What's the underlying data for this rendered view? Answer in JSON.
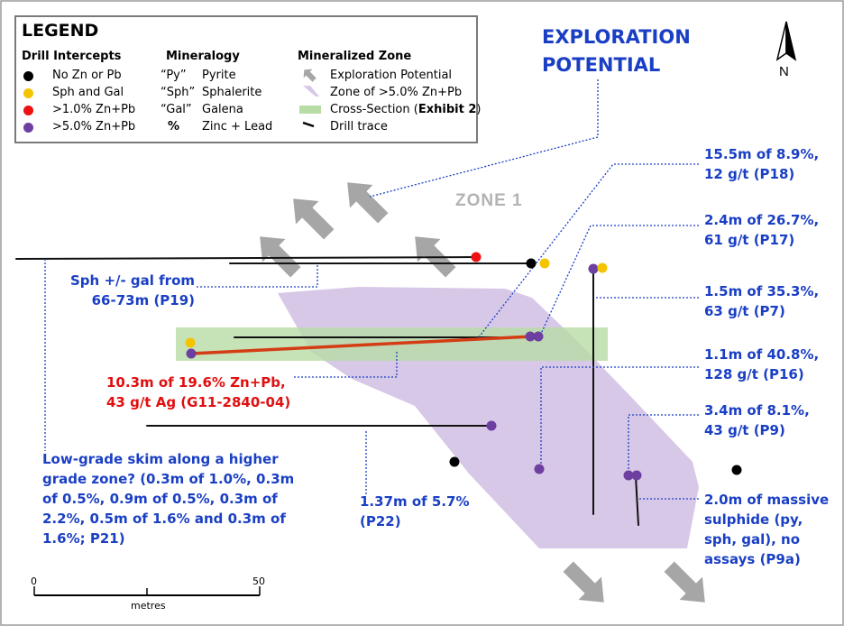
{
  "colors": {
    "zone_fill": "#d8c8e8",
    "section_fill": "#b8dca6",
    "trace": "#111111",
    "highlight_trace": "#d43c14",
    "arrow": "#a6a6a6",
    "label_blue": "#1a3fc4",
    "label_red": "#e01010",
    "dot_black": "#000000",
    "dot_yellow": "#f5c400",
    "dot_red": "#ee1111",
    "dot_purple": "#6d3fa0"
  },
  "legend": {
    "title": "LEGEND",
    "drill_header": "Drill Intercepts",
    "drill_items": [
      {
        "label": "No Zn or Pb",
        "color": "#000000"
      },
      {
        "label": "Sph and Gal",
        "color": "#f5c400"
      },
      {
        "label": ">1.0% Zn+Pb",
        "color": "#ee1111"
      },
      {
        "label": ">5.0% Zn+Pb",
        "color": "#6d3fa0"
      }
    ],
    "mineral_header": "Mineralogy",
    "mineral_items": [
      {
        "abbr": "“Py”",
        "name": "Pyrite"
      },
      {
        "abbr": "“Sph”",
        "name": "Sphalerite"
      },
      {
        "abbr": "“Gal”",
        "name": "Galena"
      },
      {
        "abbr": "%",
        "name": "Zinc + Lead"
      }
    ],
    "zone_header": "Mineralized Zone",
    "zone_items": {
      "arrow": "Exploration Potential",
      "zone": "Zone of >5.0% Zn+Pb",
      "section": "Cross-Section (",
      "section_bold": "Exhibit 2",
      "section_end": ")",
      "trace": "Drill trace"
    }
  },
  "north_label": "N",
  "title_lines": [
    "EXPLORATION",
    "POTENTIAL"
  ],
  "zone1_label": "ZONE 1",
  "labels": {
    "p19": [
      "Sph +/- gal from",
      "66-73m (P19)"
    ],
    "main": [
      "10.3m of 19.6% Zn+Pb,",
      "43 g/t Ag (G11-2840-04)"
    ],
    "p21": [
      "Low-grade skim along a higher",
      "grade zone? (0.3m of 1.0%, 0.3m",
      "of 0.5%, 0.9m of 0.5%, 0.3m of",
      "2.2%, 0.5m of 1.6% and 0.3m of",
      "1.6%; P21)"
    ],
    "p22": [
      "1.37m of 5.7%",
      "(P22)"
    ],
    "p18": [
      "15.5m of 8.9%,",
      "12 g/t (P18)"
    ],
    "p17": [
      "2.4m of 26.7%,",
      "61 g/t (P17)"
    ],
    "p7": [
      "1.5m of 35.3%,",
      "63 g/t (P7)"
    ],
    "p16": [
      "1.1m of 40.8%,",
      "128 g/t (P16)"
    ],
    "p9": [
      "3.4m of 8.1%,",
      "43 g/t (P9)"
    ],
    "p9a": [
      "2.0m of massive",
      "sulphide (py,",
      "sph, gal), no",
      "assays (P9a)"
    ]
  },
  "scale": {
    "start": "0",
    "end": "50",
    "unit": "metres"
  }
}
